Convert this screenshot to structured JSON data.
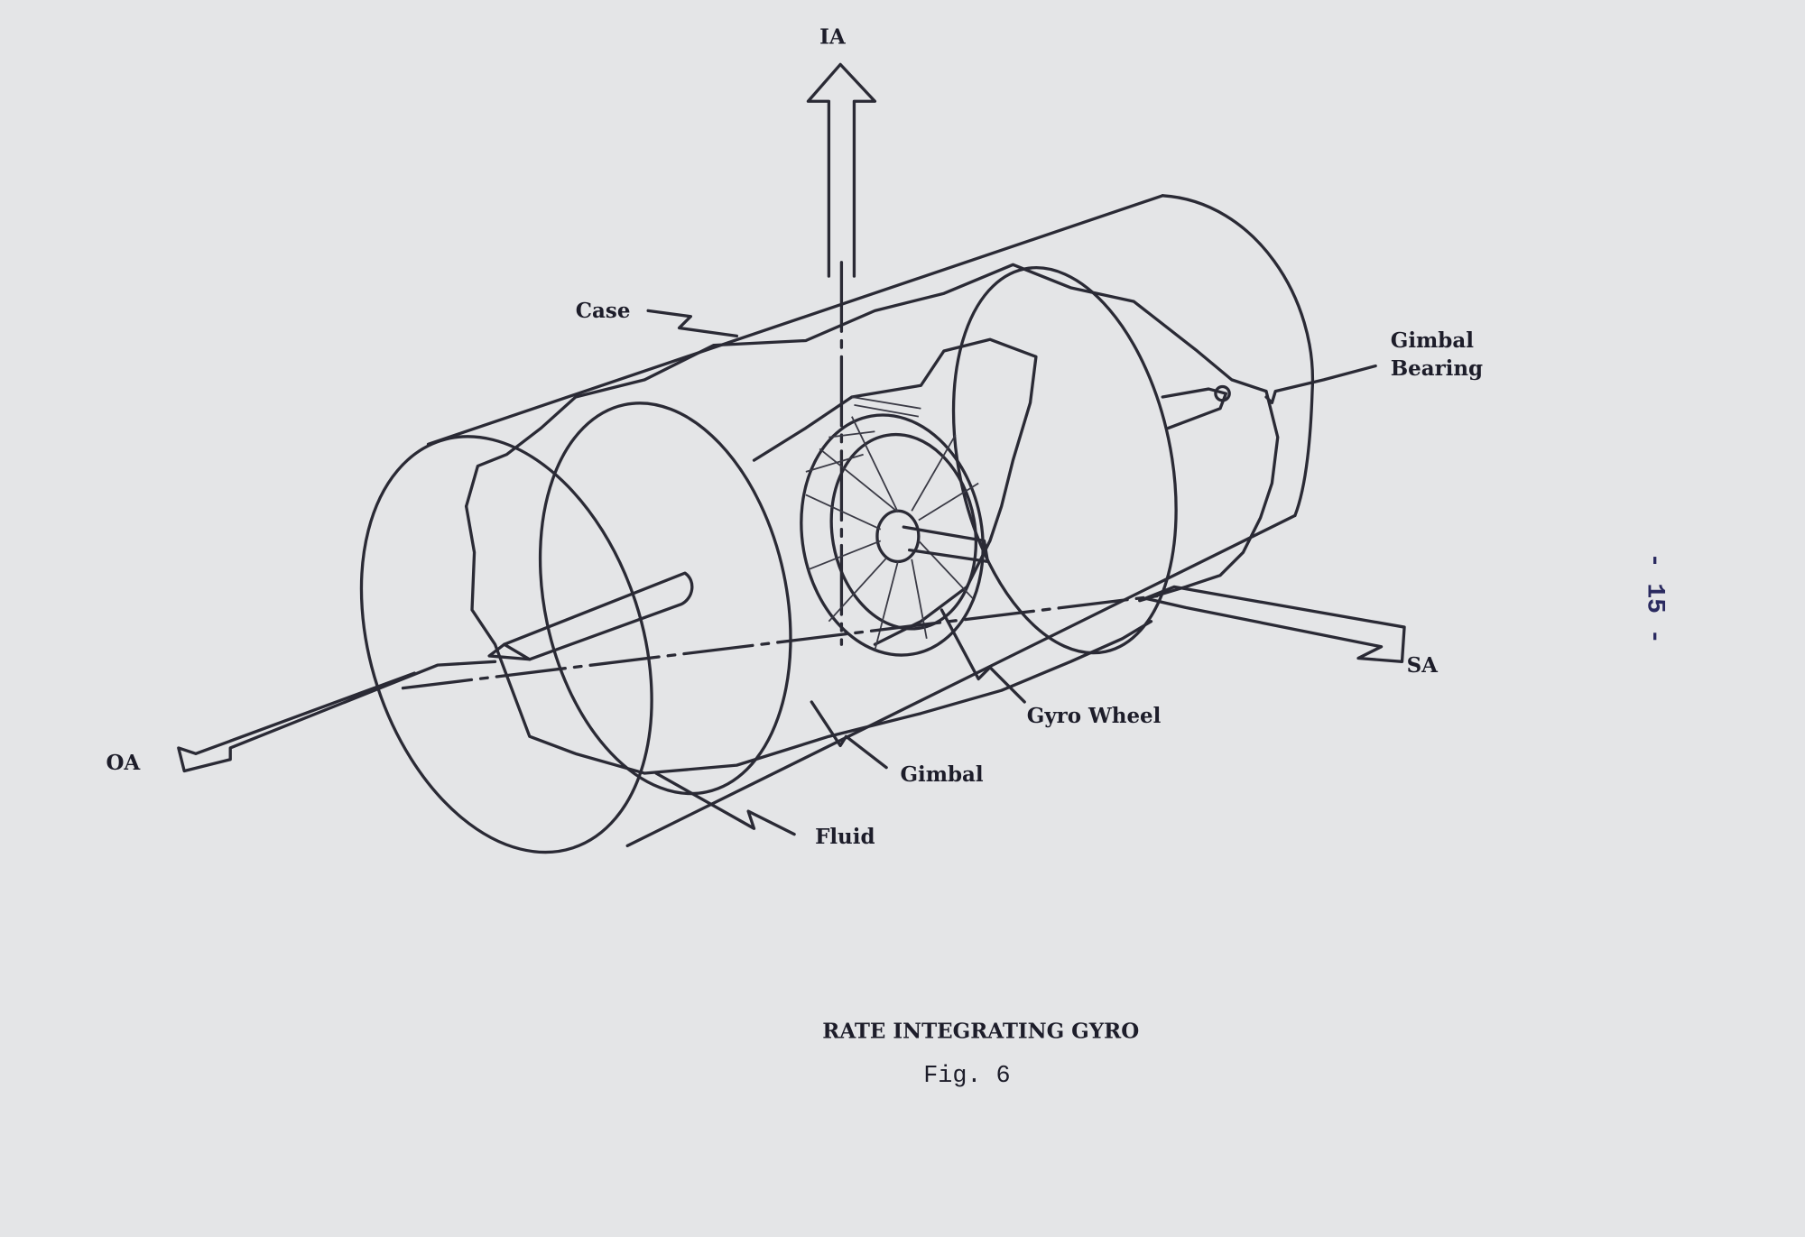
{
  "figure": {
    "labels": {
      "ia": "IA",
      "case": "Case",
      "gimbal_bearing_line1": "Gimbal",
      "gimbal_bearing_line2": "Bearing",
      "sa": "SA",
      "oa": "OA",
      "gyro_wheel": "Gyro Wheel",
      "gimbal": "Gimbal",
      "fluid": "Fluid"
    },
    "title": "RATE INTEGRATING GYRO",
    "caption": "Fig. 6"
  },
  "page_number": "- 15 -"
}
